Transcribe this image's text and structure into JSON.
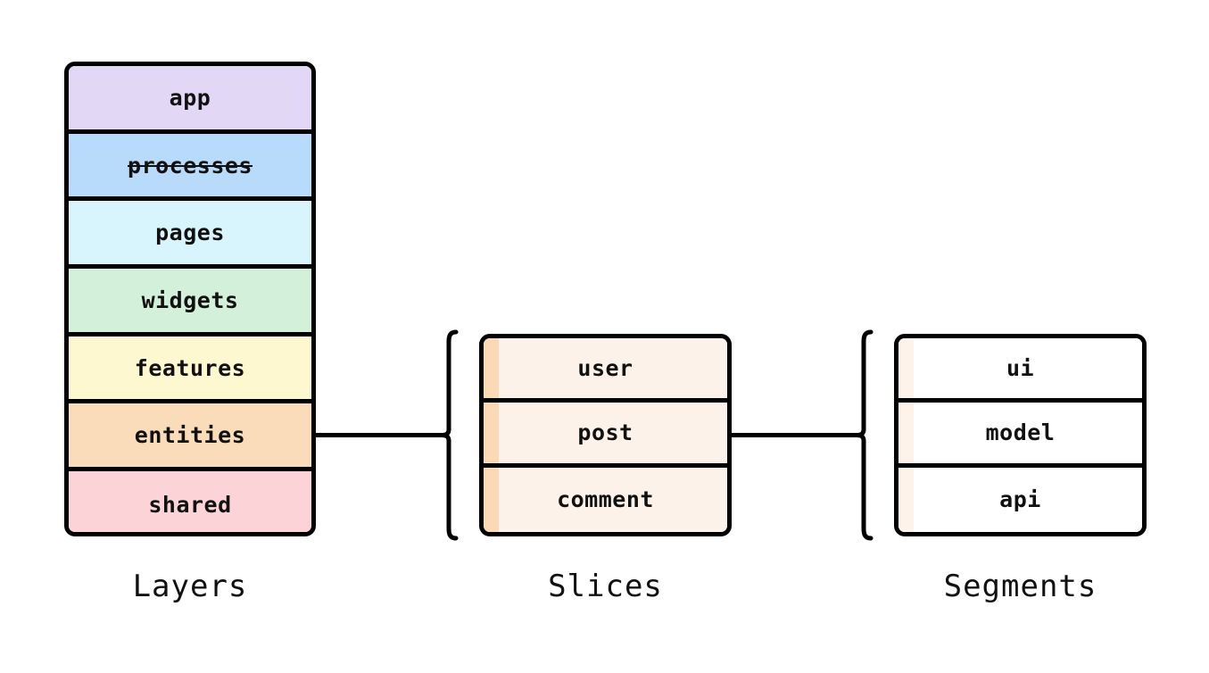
{
  "page": {
    "background": "#ffffff",
    "stroke_color": "#000000",
    "text_color": "#111111"
  },
  "columns": {
    "layers": {
      "caption": "Layers",
      "items": [
        {
          "label": "app",
          "color": "#e2d7f5",
          "struck": false
        },
        {
          "label": "processes",
          "color": "#b9dbfb",
          "struck": true
        },
        {
          "label": "pages",
          "color": "#d8f5fd",
          "struck": false
        },
        {
          "label": "widgets",
          "color": "#d3f0da",
          "struck": false
        },
        {
          "label": "features",
          "color": "#fdf8cf",
          "struck": false
        },
        {
          "label": "entities",
          "color": "#fbdcba",
          "struck": false
        },
        {
          "label": "shared",
          "color": "#fcd4d7",
          "struck": false
        }
      ]
    },
    "slices": {
      "caption": "Slices",
      "stripe_color": "#fbd9b4",
      "body_color": "#fdf2e9",
      "items": [
        {
          "label": "user"
        },
        {
          "label": "post"
        },
        {
          "label": "comment"
        }
      ]
    },
    "segments": {
      "caption": "Segments",
      "stripe_color": "#fdf3ea",
      "body_color": "#ffffff",
      "items": [
        {
          "label": "ui"
        },
        {
          "label": "model"
        },
        {
          "label": "api"
        }
      ]
    }
  },
  "connectors": [
    {
      "name": "layers-to-slices",
      "from": "entities",
      "to": "slices-brace"
    },
    {
      "name": "slices-to-segments",
      "from": "post",
      "to": "segments-brace"
    }
  ]
}
